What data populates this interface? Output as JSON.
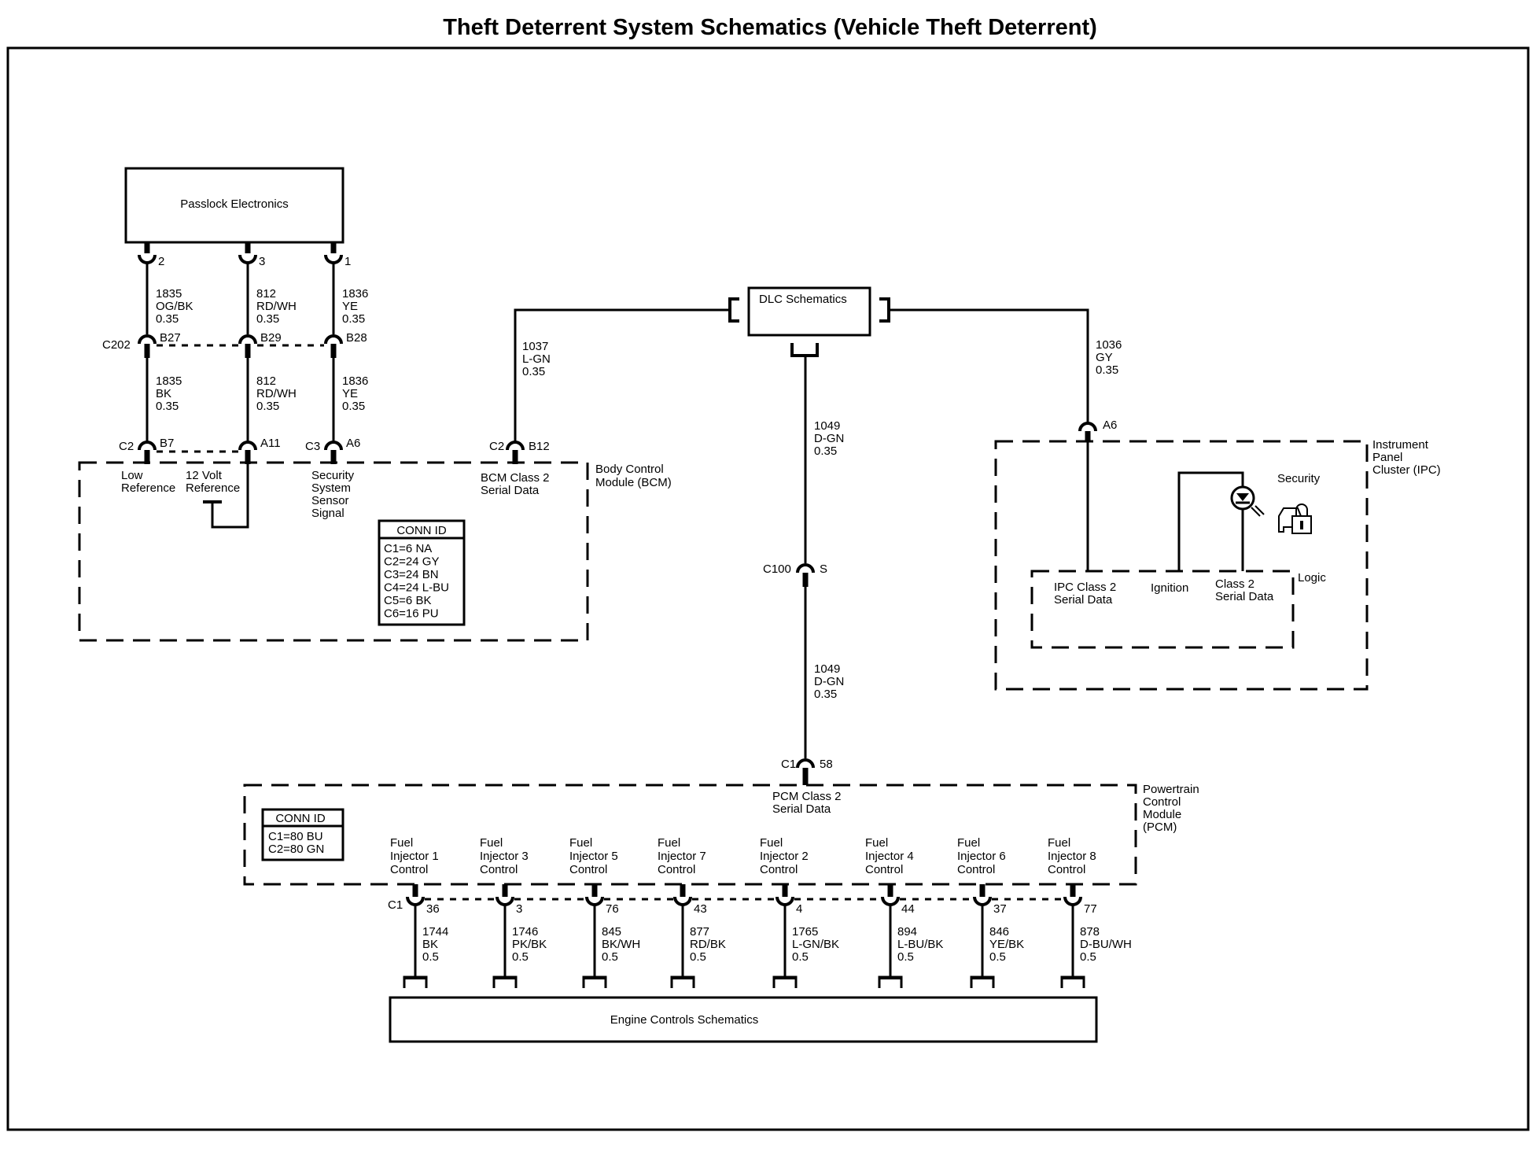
{
  "title": "Theft Deterrent System Schematics (Vehicle Theft Deterrent)",
  "passlock": {
    "label": "Passlock Electronics",
    "pins": [
      {
        "pin": "2",
        "circuit": "1835",
        "color": "OG/BK",
        "size": "0.35",
        "c202_pin": "B27",
        "lower_circuit": "1835",
        "lower_color": "BK",
        "lower_size": "0.35",
        "bcm_conn": "C2",
        "bcm_pin": "B7",
        "bcm_label_1": "Low",
        "bcm_label_2": "Reference"
      },
      {
        "pin": "3",
        "circuit": "812",
        "color": "RD/WH",
        "size": "0.35",
        "c202_pin": "B29",
        "lower_circuit": "812",
        "lower_color": "RD/WH",
        "lower_size": "0.35",
        "bcm_conn": "",
        "bcm_pin": "A11",
        "bcm_label_1": "12 Volt",
        "bcm_label_2": "Reference"
      },
      {
        "pin": "1",
        "circuit": "1836",
        "color": "YE",
        "size": "0.35",
        "c202_pin": "B28",
        "lower_circuit": "1836",
        "lower_color": "YE",
        "lower_size": "0.35",
        "bcm_conn": "C3",
        "bcm_pin": "A6",
        "bcm_label_1": "Security",
        "bcm_label_2": "System",
        "bcm_label_3": "Sensor",
        "bcm_label_4": "Signal"
      }
    ],
    "inline_connector": "C202"
  },
  "bcm": {
    "name_1": "Body Control",
    "name_2": "Module (BCM)",
    "serial_conn": "C2",
    "serial_pin": "B12",
    "serial_label_1": "BCM Class 2",
    "serial_label_2": "Serial Data",
    "conn_id": {
      "header": "CONN ID",
      "rows": [
        "C1=6 NA",
        "C2=24 GY",
        "C3=24 BN",
        "C4=24 L-BU",
        "C5=6 BK",
        "C6=16 PU"
      ]
    }
  },
  "dlc": {
    "label": "DLC Schematics",
    "left_wire": {
      "circuit": "1037",
      "color": "L-GN",
      "size": "0.35"
    },
    "right_wire": {
      "circuit": "1036",
      "color": "GY",
      "size": "0.35"
    },
    "down_wire_upper": {
      "circuit": "1049",
      "color": "D-GN",
      "size": "0.35"
    },
    "down_wire_lower": {
      "circuit": "1049",
      "color": "D-GN",
      "size": "0.35"
    },
    "splice_conn": "C100",
    "splice_pin": "S"
  },
  "ipc": {
    "name_1": "Instrument",
    "name_2": "Panel",
    "name_3": "Cluster (IPC)",
    "pin": "A6",
    "security_label": "Security",
    "logic_label": "Logic",
    "logic_items": [
      {
        "line1": "IPC Class 2",
        "line2": "Serial Data"
      },
      {
        "line1": "Ignition",
        "line2": ""
      },
      {
        "line1": "Class 2",
        "line2": "Serial Data"
      }
    ]
  },
  "pcm": {
    "name_1": "Powertrain",
    "name_2": "Control",
    "name_3": "Module",
    "name_4": "(PCM)",
    "serial_conn": "C1",
    "serial_pin": "58",
    "serial_label_1": "PCM Class 2",
    "serial_label_2": "Serial Data",
    "injector_conn": "C1",
    "conn_id": {
      "header": "CONN ID",
      "rows": [
        "C1=80 BU",
        "C2=80 GN"
      ]
    },
    "injectors": [
      {
        "l1": "Fuel",
        "l2": "Injector 1",
        "l3": "Control",
        "pin": "36",
        "circuit": "1744",
        "color": "BK",
        "size": "0.5"
      },
      {
        "l1": "Fuel",
        "l2": "Injector 3",
        "l3": "Control",
        "pin": "3",
        "circuit": "1746",
        "color": "PK/BK",
        "size": "0.5"
      },
      {
        "l1": "Fuel",
        "l2": "Injector 5",
        "l3": "Control",
        "pin": "76",
        "circuit": "845",
        "color": "BK/WH",
        "size": "0.5"
      },
      {
        "l1": "Fuel",
        "l2": "Injector 7",
        "l3": "Control",
        "pin": "43",
        "circuit": "877",
        "color": "RD/BK",
        "size": "0.5"
      },
      {
        "l1": "Fuel",
        "l2": "Injector 2",
        "l3": "Control",
        "pin": "4",
        "circuit": "1765",
        "color": "L-GN/BK",
        "size": "0.5"
      },
      {
        "l1": "Fuel",
        "l2": "Injector 4",
        "l3": "Control",
        "pin": "44",
        "circuit": "894",
        "color": "L-BU/BK",
        "size": "0.5"
      },
      {
        "l1": "Fuel",
        "l2": "Injector 6",
        "l3": "Control",
        "pin": "37",
        "circuit": "846",
        "color": "YE/BK",
        "size": "0.5"
      },
      {
        "l1": "Fuel",
        "l2": "Injector 8",
        "l3": "Control",
        "pin": "77",
        "circuit": "878",
        "color": "D-BU/WH",
        "size": "0.5"
      }
    ]
  },
  "engine": {
    "label": "Engine Controls Schematics"
  }
}
